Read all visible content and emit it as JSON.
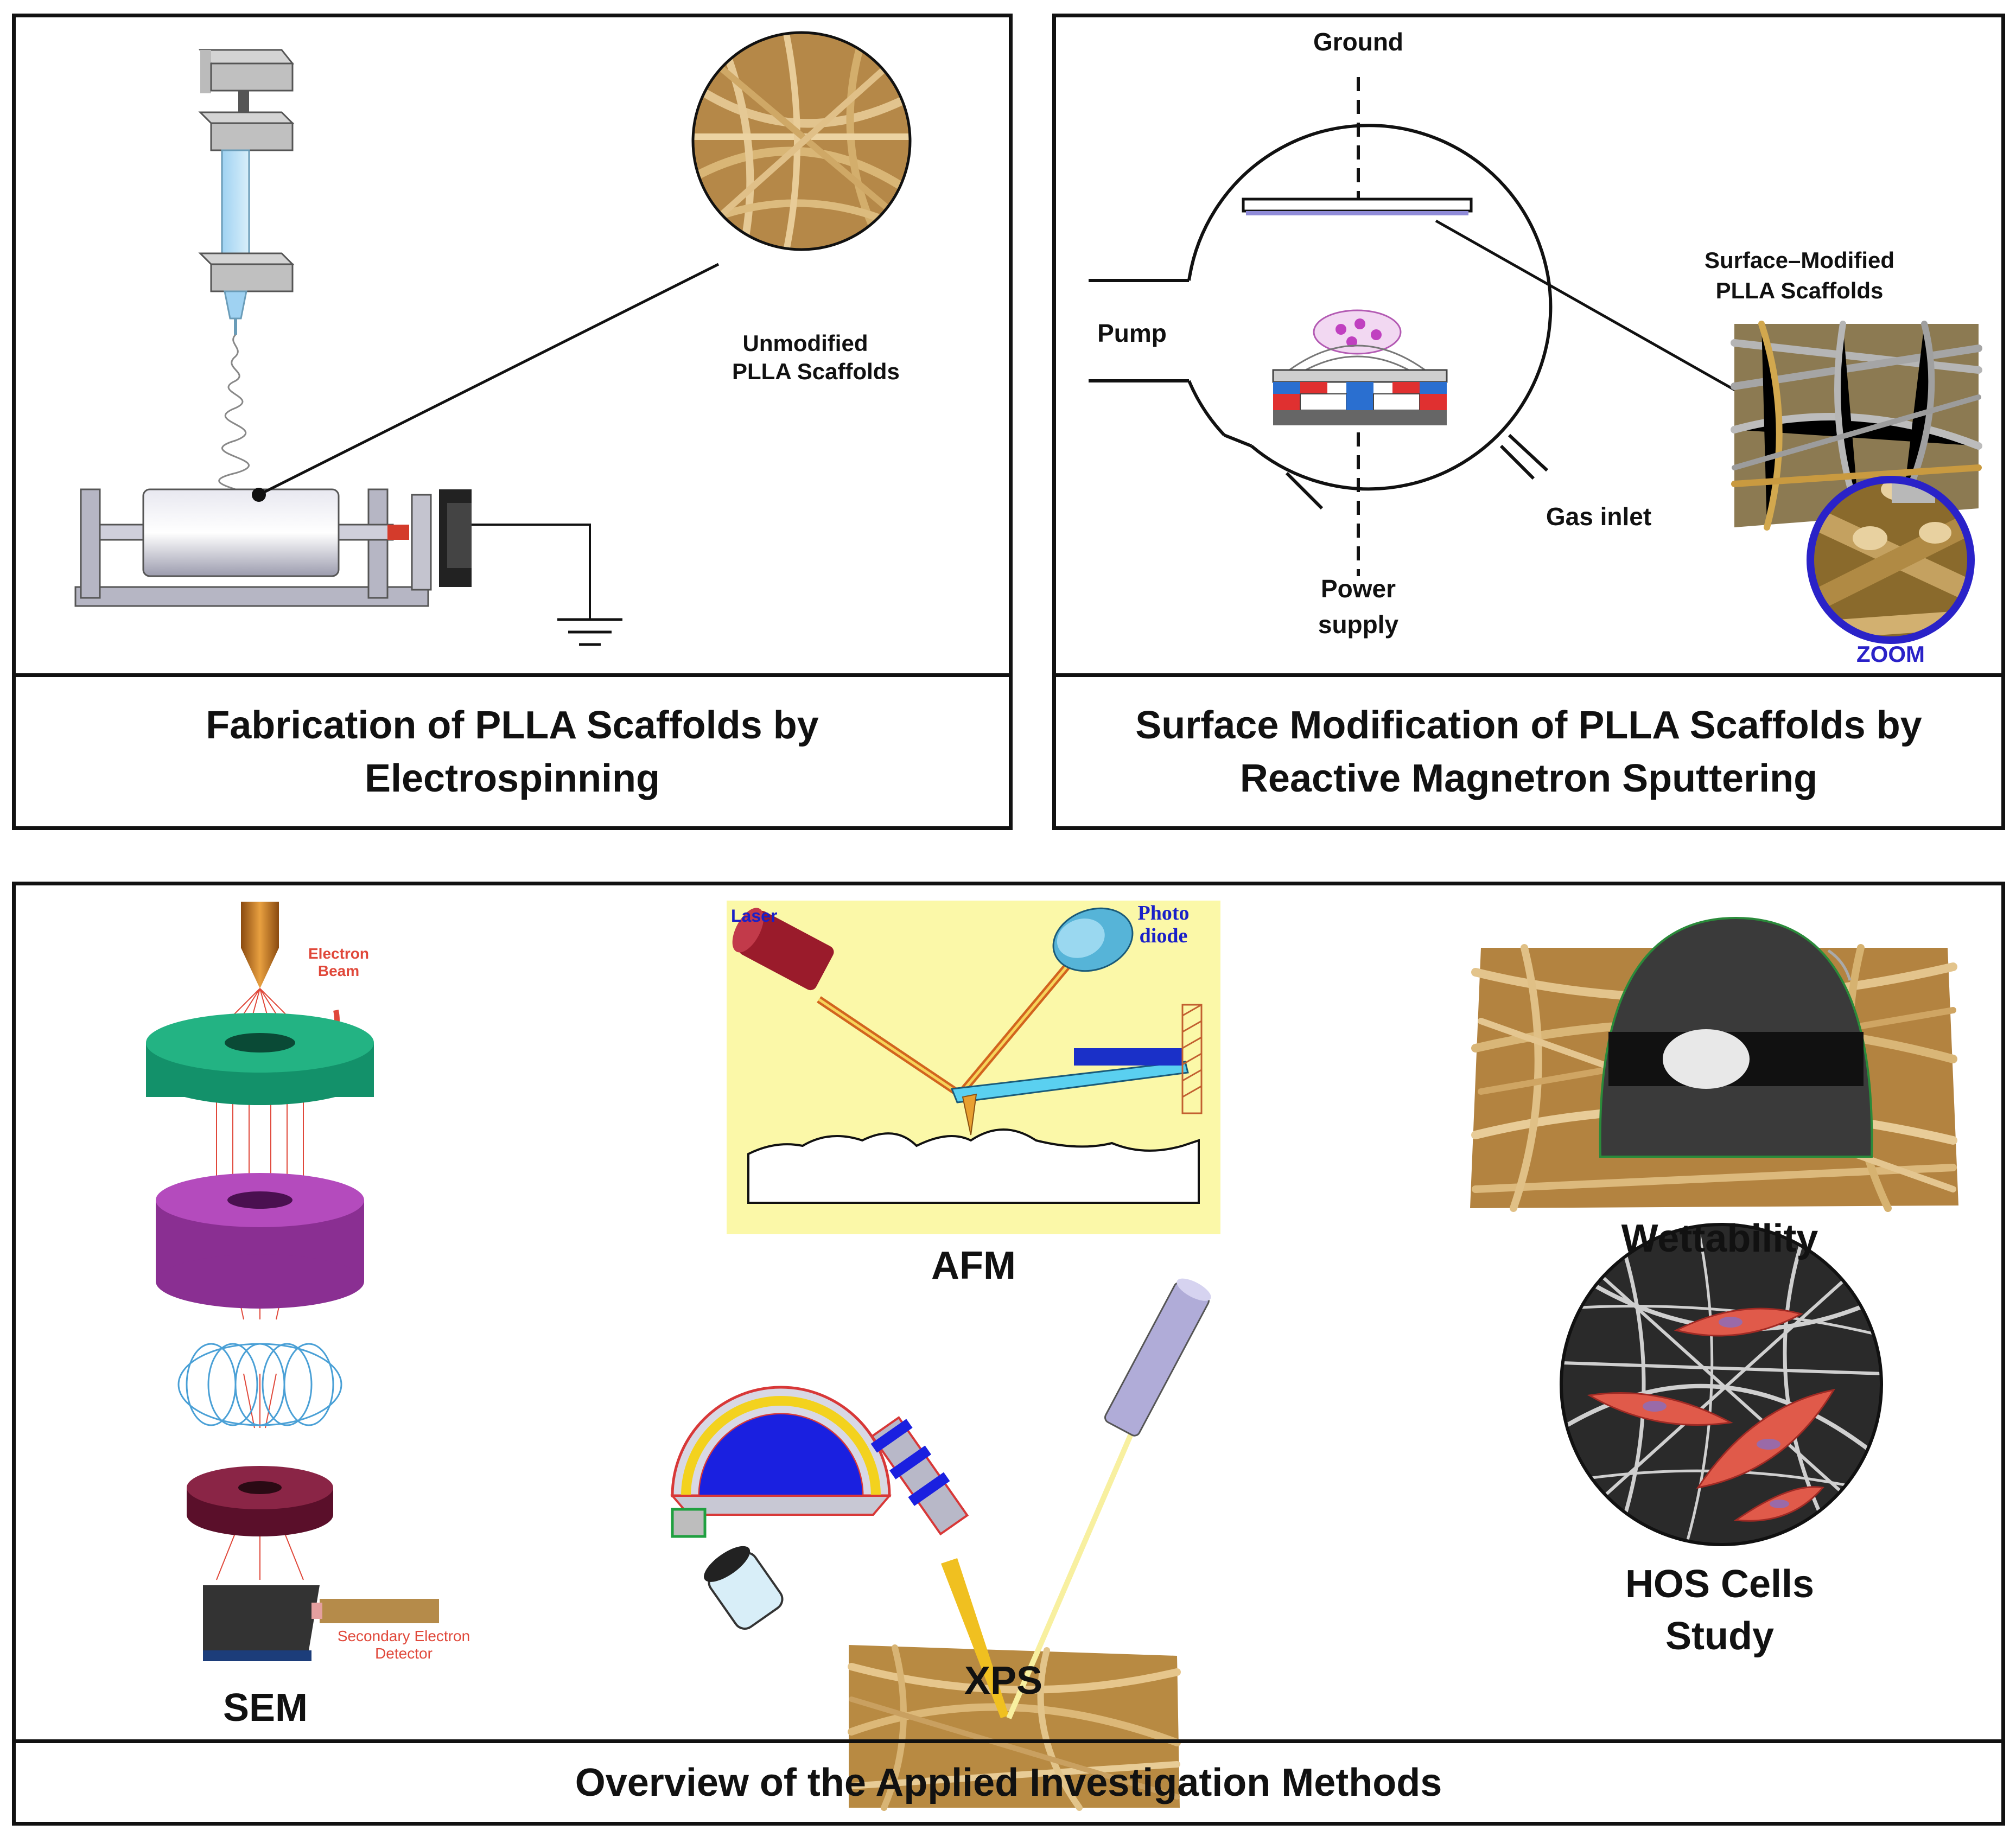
{
  "panel_fabrication": {
    "caption_line1": "Fabrication of PLLA Scaffolds by",
    "caption_line2": "Electrospinning",
    "label_line1": "Unmodified",
    "label_line2": "PLLA Scaffolds"
  },
  "panel_sputtering": {
    "caption_line1": "Surface Modification of PLLA Scaffolds by",
    "caption_line2": "Reactive Magnetron Sputtering",
    "ground": "Ground",
    "pump": "Pump",
    "gas_inlet": "Gas inlet",
    "power_line1": "Power",
    "power_line2": "supply",
    "modified_line1": "Surface–Modified",
    "modified_line2": "PLLA Scaffolds",
    "zoom": "ZOOM"
  },
  "panel_methods": {
    "caption": "Overview of the Applied Investigation Methods",
    "sem": "SEM",
    "electron_line1": "Electron",
    "electron_line2": "Beam",
    "detector_line1": "Secondary Electron",
    "detector_line2": "Detector",
    "afm": "AFM",
    "laser": "Laser",
    "photo_line1": "Photo",
    "photo_line2": "diode",
    "xps": "XPS",
    "wettability": "Wettability",
    "hos_line1": "HOS Cells",
    "hos_line2": "Study"
  },
  "colors": {
    "border": "#111111",
    "fiber": "#c9a467",
    "fiber_dark": "#7a5424",
    "zoom_ring": "#2a22c8",
    "afm_bg": "#fbf8a8"
  }
}
